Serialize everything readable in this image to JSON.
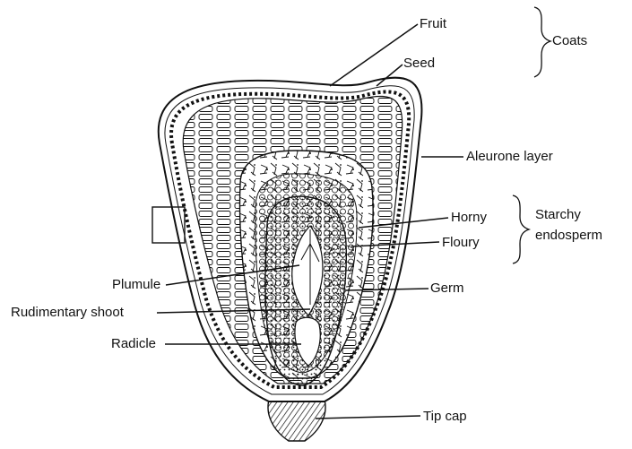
{
  "labels": {
    "fruit": "Fruit",
    "seed": "Seed",
    "coats": "Coats",
    "aleurone_layer": "Aleurone layer",
    "horny": "Horny",
    "floury": "Floury",
    "starchy": "Starchy",
    "endosperm": "endosperm",
    "plumule": "Plumule",
    "germ": "Germ",
    "rudimentary_shoot": "Rudimentary shoot",
    "radicle": "Radicle",
    "tip_cap": "Tip cap"
  },
  "colors": {
    "ink": "#111111",
    "paper": "#ffffff"
  }
}
